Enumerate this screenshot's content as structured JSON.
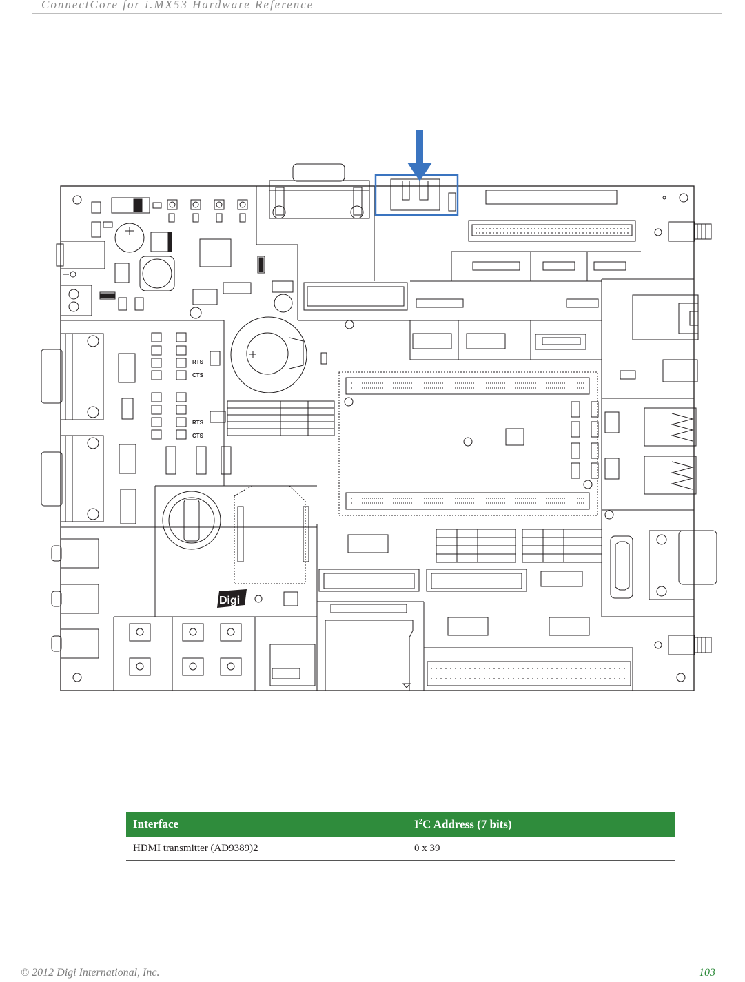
{
  "header": {
    "title": "ConnectCore for i.MX53 Hardware Reference"
  },
  "figure": {
    "board_labels": {
      "rts_1": "RTS",
      "cts_1": "CTS",
      "rts_2": "RTS",
      "cts_2": "CTS",
      "logo": "Digi"
    },
    "colors": {
      "callout": "#3a74c0",
      "line": "#231f20"
    }
  },
  "table": {
    "columns": [
      "Interface",
      "I",
      "2",
      "C Address (7 bits)"
    ],
    "rows": [
      {
        "interface": "HDMI transmitter (AD9389)2",
        "address": "0 x 39"
      }
    ],
    "header_color": "#2f8c3c"
  },
  "footer": {
    "copyright": "© 2012 Digi International, Inc.",
    "page_number": "103"
  }
}
